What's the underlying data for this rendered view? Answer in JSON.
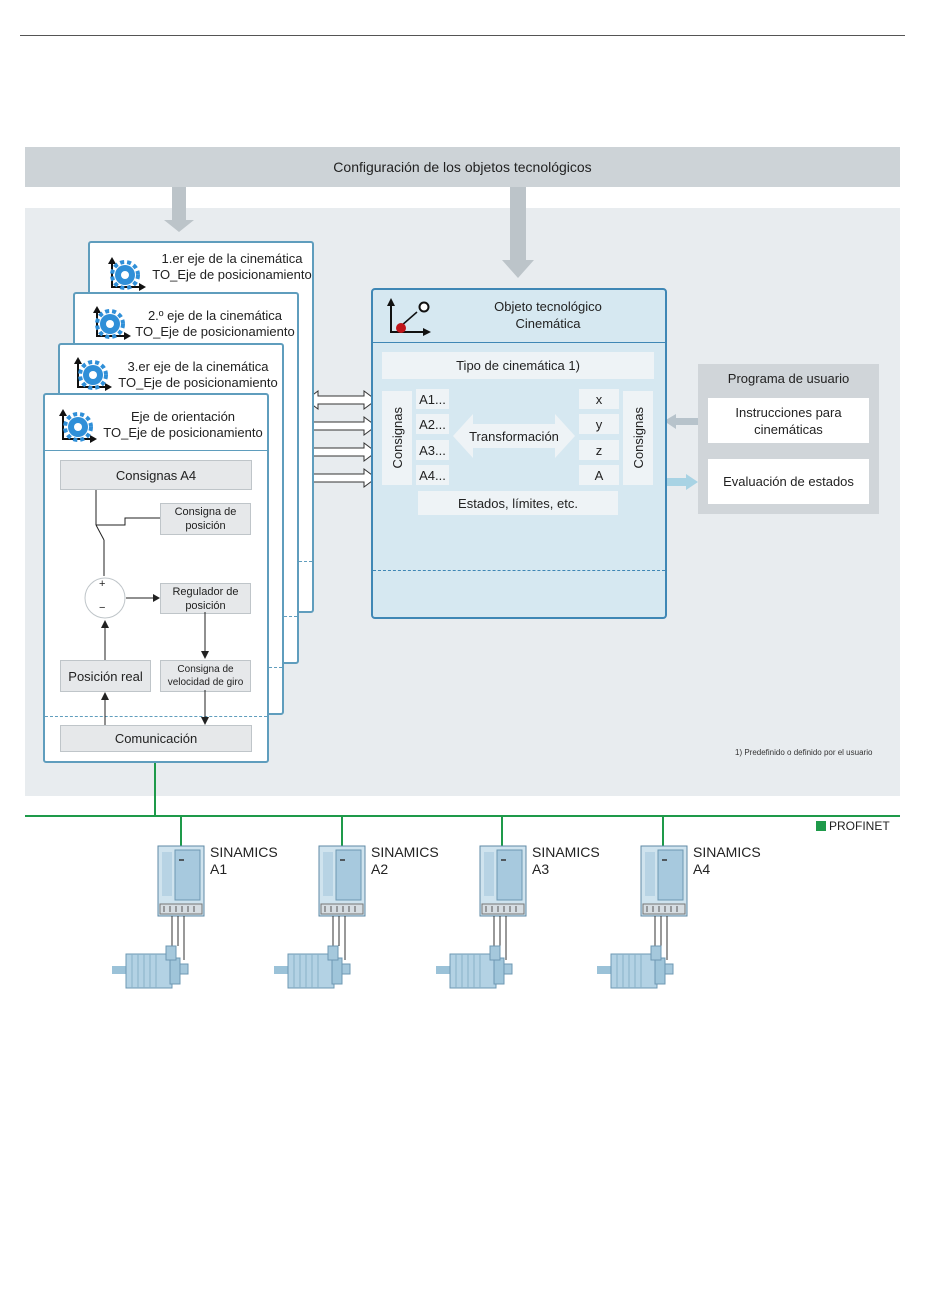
{
  "header": {
    "title": "Configuración de los objetos tecnológicos"
  },
  "axes": [
    {
      "line1": "1.er eje de la cinemática",
      "line2": "TO_Eje de posicionamiento"
    },
    {
      "line1": "2.º eje de la cinemática",
      "line2": "TO_Eje de posicionamiento"
    },
    {
      "line1": "3.er eje de la cinemática",
      "line2": "TO_Eje de posicionamiento"
    },
    {
      "line1": "Eje de orientación",
      "line2": "TO_Eje de posicionamiento"
    }
  ],
  "orientation_axis": {
    "setpoints": "Consignas A4",
    "position_setpoint": "Consigna de posición",
    "controller": "Regulador de posición",
    "real_position": "Posición real",
    "speed_setpoint": "Consigna de velocidad de giro",
    "communication": "Comunicación",
    "plus": "+",
    "minus": "−"
  },
  "kinematics": {
    "title_line1": "Objeto tecnológico",
    "title_line2": "Cinemática",
    "type": "Tipo de cinemática 1)",
    "setpoints_left": "Consignas",
    "setpoints_right": "Consignas",
    "inputs": [
      "A1...",
      "A2...",
      "A3...",
      "A4..."
    ],
    "outputs": [
      "x",
      "y",
      "z",
      "A"
    ],
    "transformation": "Transformación",
    "states": "Estados, límites, etc."
  },
  "user_program": {
    "title": "Programa de usuario",
    "instructions": "Instrucciones para cinemáticas",
    "evaluation": "Evaluación de estados"
  },
  "footnote": "1) Predefinido o definido por el usuario",
  "profinet": "PROFINET",
  "drives": [
    {
      "name": "SINAMICS",
      "id": "A1"
    },
    {
      "name": "SINAMICS",
      "id": "A2"
    },
    {
      "name": "SINAMICS",
      "id": "A3"
    },
    {
      "name": "SINAMICS",
      "id": "A4"
    }
  ],
  "colors": {
    "axis_border": "#5f9dbd",
    "kin_border": "#3f87b5",
    "profinet": "#1e9a4a",
    "panel": "#e8ecef"
  },
  "icons": [
    "gear-icon",
    "coordinate-icon",
    "drive-icon",
    "motor-icon"
  ]
}
